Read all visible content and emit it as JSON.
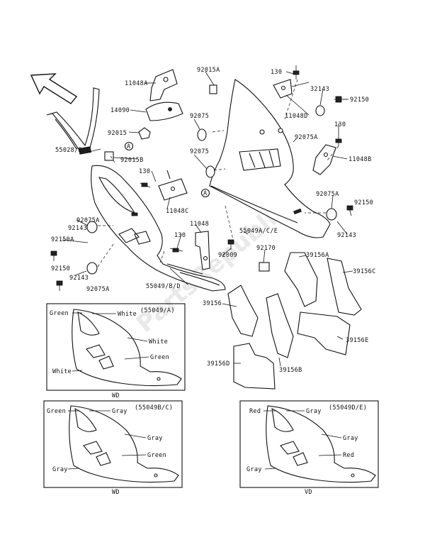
{
  "watermark": "PartsRepublik",
  "part_numbers": {
    "p11048A": "11048A",
    "p14090": "14090",
    "p92015": "92015",
    "p55028": "55028/B/C",
    "p92015B": "92015B",
    "p130a": "130",
    "p11048C": "11048C",
    "p92075Aa": "92075A",
    "p92143a": "92143",
    "p92150Aa": "92150A",
    "p92150a": "92150",
    "p92143b": "92143",
    "p92075Ab": "92075A",
    "p92015A": "92015A",
    "p92075a": "92075",
    "p92075b": "92075",
    "p130b": "130",
    "p11048Da": "11048D",
    "p32143": "32143",
    "p92150b": "92150",
    "p92075Ac": "92075A",
    "p130c": "130",
    "p11048B": "11048B",
    "p92075Ad": "92075A",
    "p92150c": "92150",
    "p92143c": "92143",
    "p130d": "130",
    "p11048": "11048",
    "p55049A": "55049A/C/E",
    "p92009": "92009",
    "p92170": "92170",
    "p55049B": "55049/B/D",
    "p39156A": "39156A",
    "p39156C": "39156C",
    "p39156": "39156",
    "p39156E": "39156E",
    "p39156D": "39156D",
    "p39156B": "39156B"
  },
  "callout_ref": "A",
  "color_boxes": [
    {
      "title": "(55049/A)",
      "footer": "WD",
      "labels": [
        "Green",
        "White",
        "White",
        "Green",
        "White"
      ]
    },
    {
      "title": "(55049B/C)",
      "footer": "WD",
      "labels": [
        "Green",
        "Gray",
        "Gray",
        "Green",
        "Gray"
      ]
    },
    {
      "title": "(55049D/E)",
      "footer": "VD",
      "labels": [
        "Red",
        "Gray",
        "Gray",
        "Red",
        "Gray"
      ]
    }
  ]
}
